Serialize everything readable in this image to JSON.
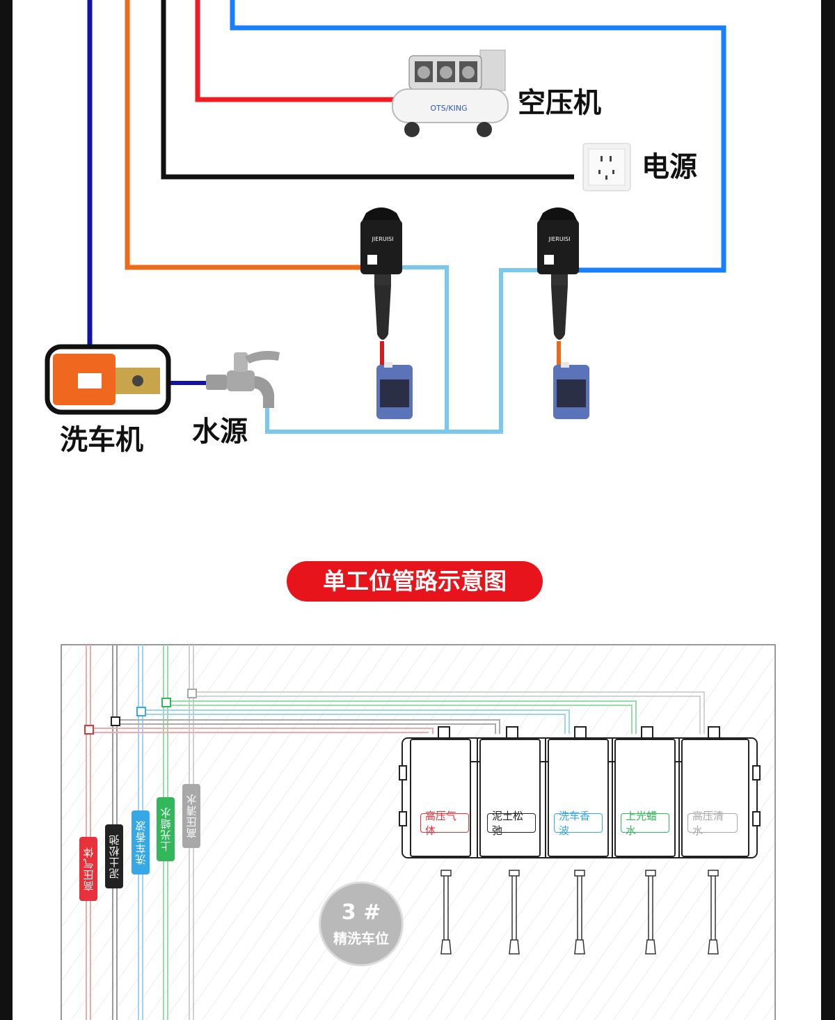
{
  "top_diagram": {
    "labels": {
      "compressor": "空压机",
      "power": "电源",
      "washer": "洗车机",
      "water": "水源"
    },
    "dispenser_brand": "JIERUISI",
    "compressor_brand": "OTS/KING"
  },
  "title": "单工位管路示意图",
  "plan": {
    "pipes": [
      {
        "label": "高压气体",
        "color": "#e8313a"
      },
      {
        "label": "泥土松弛",
        "color": "#222222"
      },
      {
        "label": "洗车香波",
        "color": "#36a8e6"
      },
      {
        "label": "上光蜡水",
        "color": "#32b85a"
      },
      {
        "label": "高压清水",
        "color": "#a8a8a8"
      }
    ],
    "station": {
      "number": "3 #",
      "name": "精洗车位"
    }
  },
  "colors": {
    "blue_dark": "#1212a8",
    "orange": "#ec6a1a",
    "red": "#ee1c24",
    "black": "#111111",
    "bright_blue": "#1a7fff",
    "light_blue": "#7ac8ee",
    "accent": "#e8141b"
  }
}
